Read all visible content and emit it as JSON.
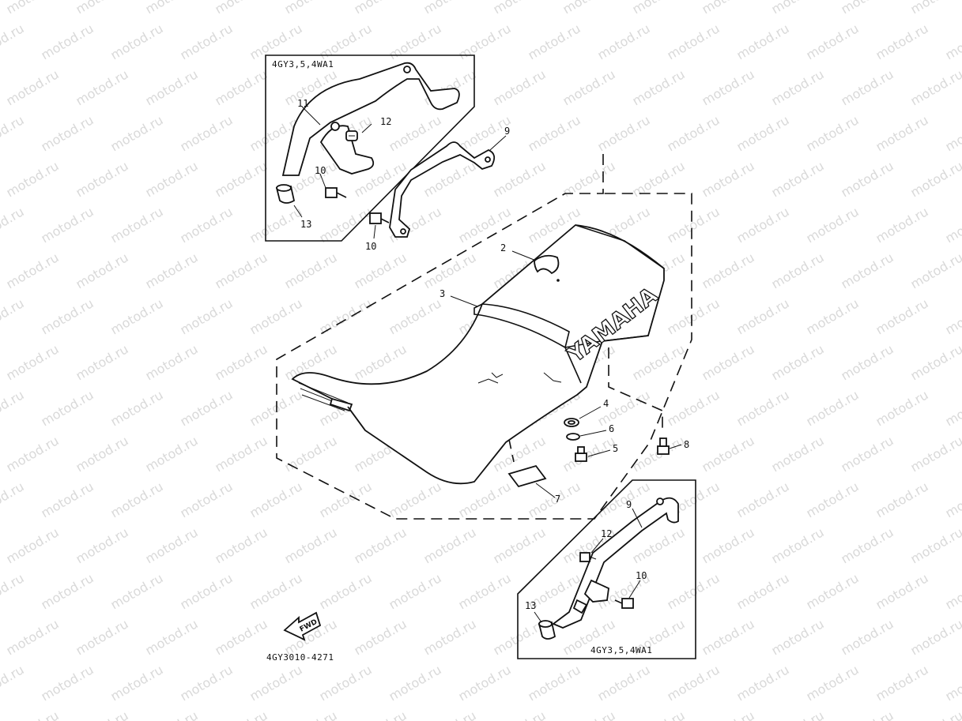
{
  "watermark": {
    "text": "motod.ru"
  },
  "insets": {
    "top_left": {
      "model_label": "4GY3,5,4WA1"
    },
    "bottom_right": {
      "model_label": "4GY3,5,4WA1"
    }
  },
  "seat": {
    "brand_text": "YAMAHA"
  },
  "fwd_arrow": {
    "text": "FWD"
  },
  "diagram_code": "4GY3010-4271",
  "callouts": {
    "c2": "2",
    "c3": "3",
    "c4": "4",
    "c5": "5",
    "c6": "6",
    "c7": "7",
    "c8": "8",
    "c9_main": "9",
    "c10_main": "10",
    "c11_tl": "11",
    "c12_tl": "12",
    "c10_tl": "10",
    "c13_tl": "13",
    "c9_br": "9",
    "c12_br": "12",
    "c10_br": "10",
    "c13_br": "13"
  }
}
